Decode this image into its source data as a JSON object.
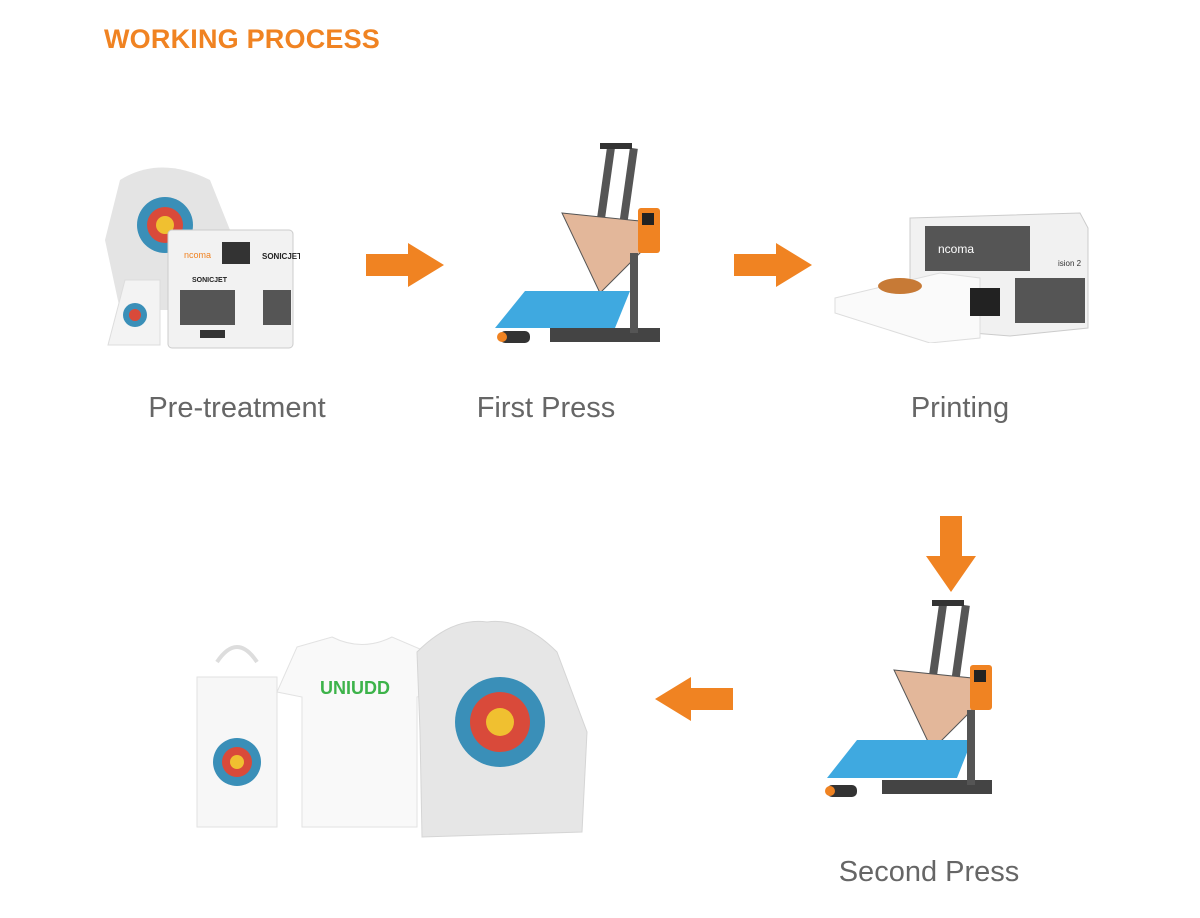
{
  "title": "WORKING PROCESS",
  "colors": {
    "accent": "#F08322",
    "label": "#666666",
    "platen": "#3FA9E0"
  },
  "steps": [
    {
      "label": "Pre-treatment",
      "icon": "pretreatment-machine-and-garments"
    },
    {
      "label": "First Press",
      "icon": "heat-press"
    },
    {
      "label": "Printing",
      "icon": "dtg-printer"
    },
    {
      "label": "Second Press",
      "icon": "heat-press"
    },
    {
      "icon": "finished-products"
    }
  ],
  "image_lettering": [
    "ncoma",
    "SONICJET",
    "ision 2",
    "UNIUDD"
  ]
}
